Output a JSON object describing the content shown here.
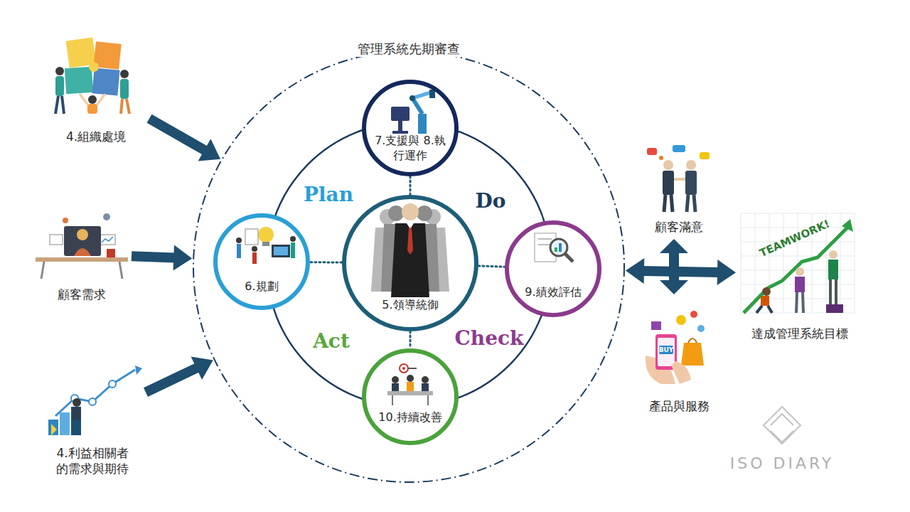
{
  "diagram": {
    "nodes": [
      {
        "text": [
          "4.組織處境"
        ]
      },
      {
        "text": [
          "管理系統先期審查"
        ]
      },
      {
        "text": [
          "7.支援與 8.執行運作"
        ],
        "in": 1
      },
      {
        "text": [
          "6.規劃"
        ],
        "in": 1
      },
      {
        "text": [
          "5.領導統御"
        ],
        "in": 1
      },
      {
        "text": [
          "9.績效評估"
        ],
        "in": 1
      },
      {
        "text": [
          "10.持續改善"
        ],
        "in": 1
      },
      {
        "text": [
          "顧客需求"
        ]
      },
      {
        "text": [
          "4.利益相關者 的需求與期待"
        ]
      },
      {
        "text": [
          "顧客滿意"
        ]
      },
      {
        "text": [
          "產品與服務"
        ]
      },
      {
        "text": [
          "達成管理系統目標"
        ]
      }
    ],
    "edges": [
      {
        "from": 0,
        "to": 1,
        "arrow": "to"
      },
      {
        "from": 7,
        "to": 1,
        "arrow": "to"
      },
      {
        "from": 8,
        "to": 1,
        "arrow": "to"
      },
      {
        "from": 4,
        "to": 2,
        "arrow": "none"
      },
      {
        "from": 4,
        "to": 3,
        "arrow": "none"
      },
      {
        "from": 4,
        "to": 5,
        "arrow": "none"
      },
      {
        "from": 4,
        "to": 6,
        "arrow": "none"
      },
      {
        "from": 1,
        "to": 11,
        "arrow": "both"
      }
    ],
    "labels": [
      "Plan",
      "Do",
      "Act",
      "Check",
      "TEAMWORK!",
      "BUY",
      "ISO DIARY"
    ]
  }
}
